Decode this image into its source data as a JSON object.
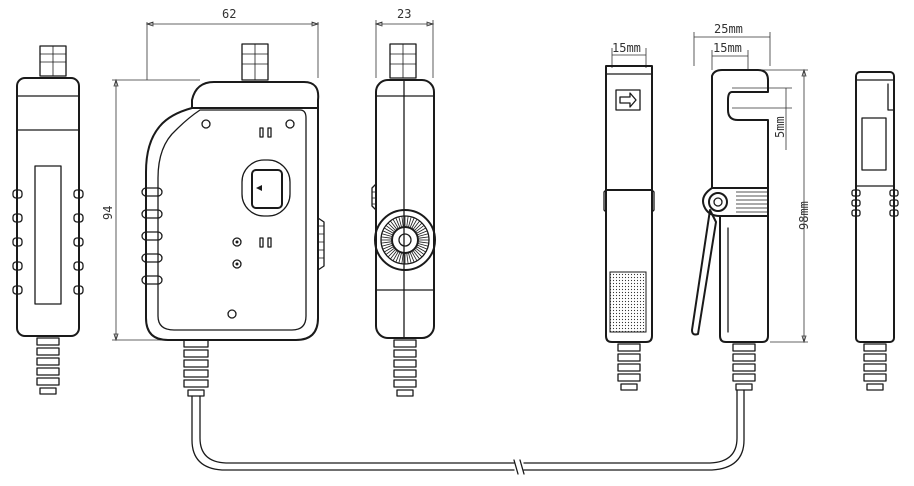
{
  "dimensions": {
    "width_front": "62",
    "depth_side": "23",
    "height_front": "94",
    "clamp_width": "25mm",
    "jaw_opening_a": "15mm",
    "jaw_opening_b": "15mm",
    "jaw_offset": "5mm",
    "clamp_height": "98mm"
  }
}
